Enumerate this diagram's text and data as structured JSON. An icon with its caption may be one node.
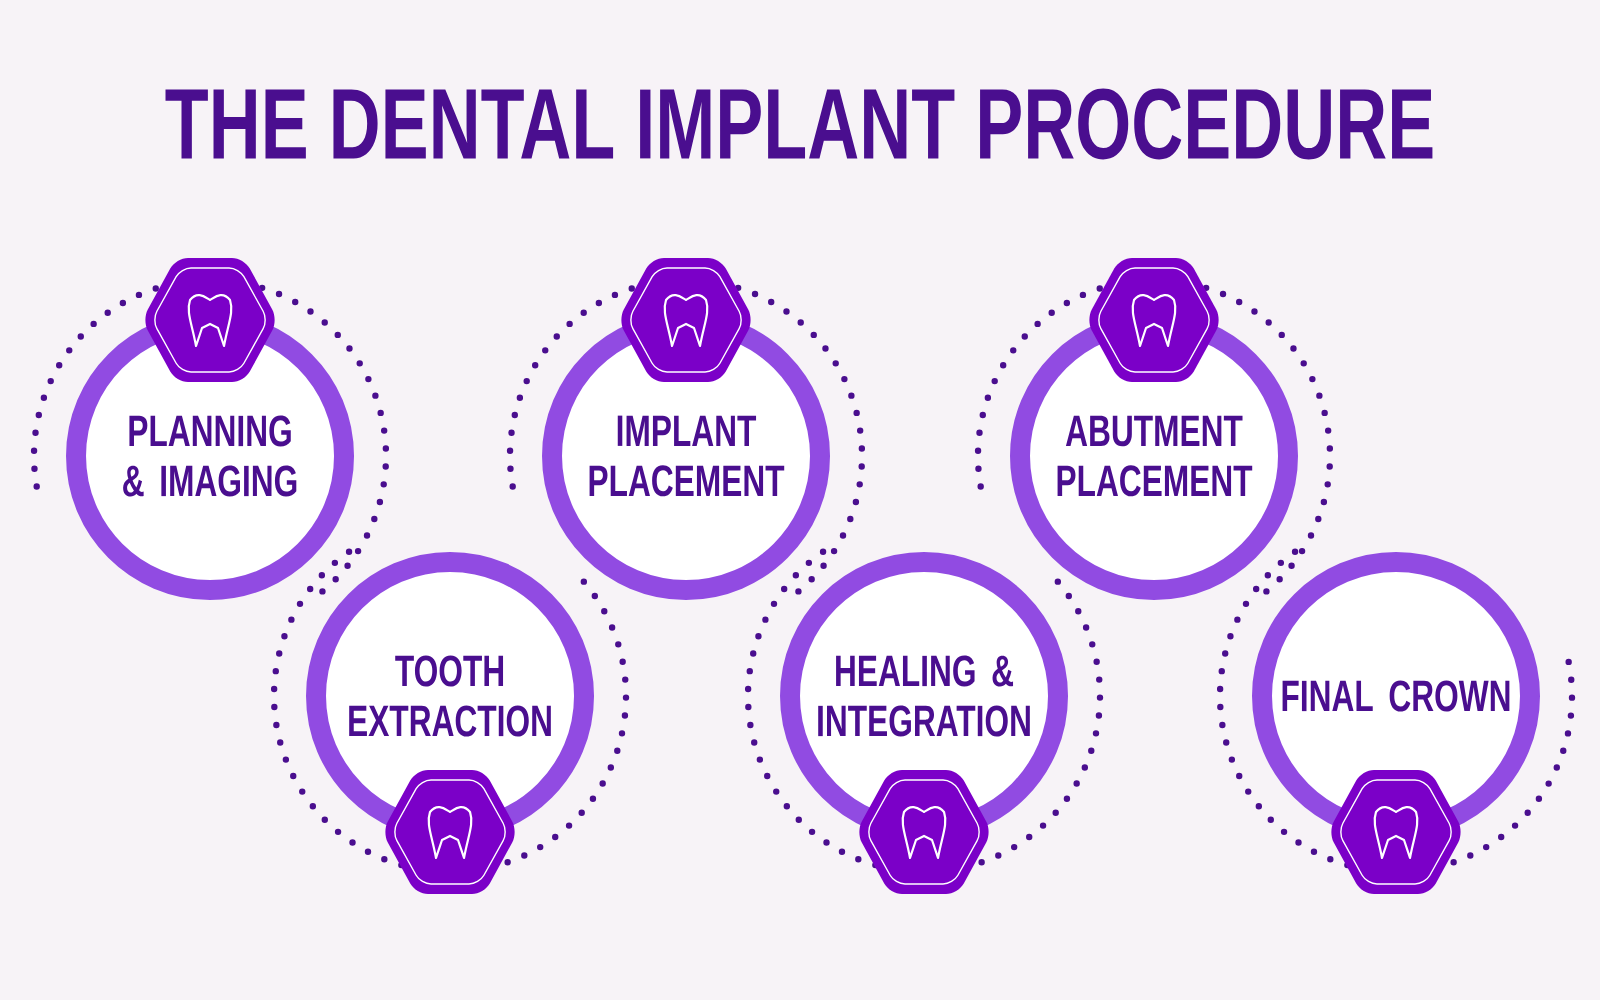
{
  "diagram": {
    "title": "THE DENTAL IMPLANT PROCEDURE",
    "nodes": [
      {
        "text": [
          "PLANNING & IMAGING"
        ]
      },
      {
        "text": [
          "TOOTH EXTRACTION"
        ]
      },
      {
        "text": [
          "IMPLANT PLACEMENT"
        ]
      },
      {
        "text": [
          "HEALING & INTEGRATION"
        ]
      },
      {
        "text": [
          "ABUTMENT PLACEMENT"
        ]
      },
      {
        "text": [
          "FINAL CROWN"
        ]
      }
    ]
  }
}
